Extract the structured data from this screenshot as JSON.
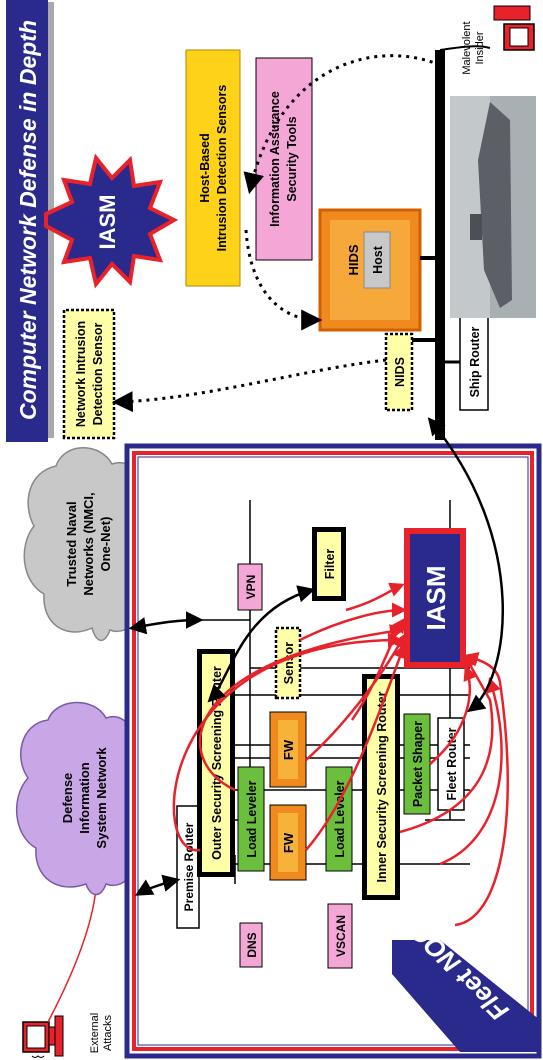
{
  "diagram": {
    "title": "Computer Network Defense in Depth",
    "clouds": {
      "disn": [
        "Defense",
        "Information",
        "System Network"
      ],
      "trusted": [
        "Trusted Naval",
        "Networks (NMCI,",
        "One-Net)"
      ]
    },
    "fleet_noc": {
      "label": "Fleet NOC",
      "premise_router": "Premise Router",
      "outer_router": "Outer Security Screening Router",
      "load_leveler_1": "Load Leveler",
      "load_leveler_2": "Load Leveler",
      "fw_1": "FW",
      "fw_2": "FW",
      "inner_router": "Inner Security Screening Router",
      "packet_shaper": "Packet Shaper",
      "fleet_router": "Fleet Router",
      "dns": "DNS",
      "vscan": "VSCAN",
      "vpn": "VPN",
      "sensor": "Sensor",
      "filter": "Filter",
      "iasm": "IASM"
    },
    "external_attacks": [
      "External",
      "Attacks"
    ],
    "ship": {
      "ship_router": "Ship Router",
      "nids": "NIDS",
      "nids_sensor": [
        "Network Intrusion",
        "Detection Sensor"
      ],
      "hids": "HIDS",
      "host": "Host",
      "iasm_star": "IASM",
      "host_based": [
        "Host-Based",
        "Intrusion Detection Sensors"
      ],
      "ia_tools": [
        "Information Assurance",
        "Security Tools"
      ],
      "malevolent": [
        "Malevolent",
        "Insider"
      ]
    },
    "colors": {
      "navy": "#2a2a8c",
      "red": "#e8222a",
      "yellow_box": "#ffffa8",
      "green_box": "#6cbf3c",
      "orange": "#f08a1e",
      "pink": "#f4a6d6",
      "cloud_purple": "#c9a6e6",
      "cloud_gray": "#c8c8c8",
      "gold": "#ffd21a"
    }
  }
}
